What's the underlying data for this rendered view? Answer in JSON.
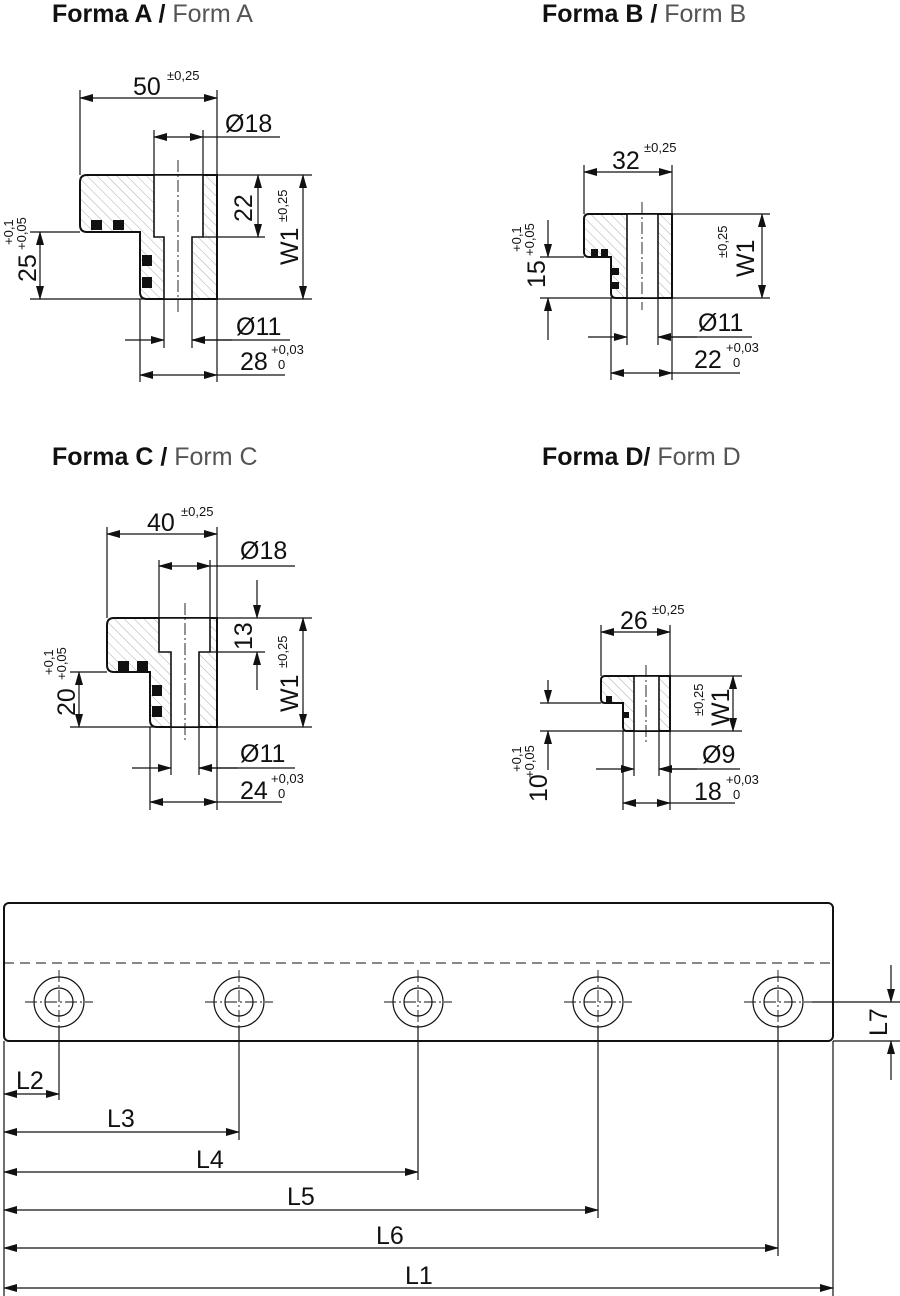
{
  "titles": {
    "a": {
      "bold": "Forma A",
      "sep": " / ",
      "normal": "Form A"
    },
    "b": {
      "bold": "Forma B",
      "sep": " / ",
      "normal": "Form B"
    },
    "c": {
      "bold": "Forma C",
      "sep": " / ",
      "normal": "Form C"
    },
    "d": {
      "bold": "Forma D/",
      "sep": " ",
      "normal": "Form D"
    }
  },
  "form_a": {
    "width": "50",
    "width_tol": "±0,25",
    "head_dia": "Ø18",
    "head_depth": "22",
    "w1": "W1",
    "w1_tol": "±0,25",
    "step": "25",
    "step_tol_up": "+0,1",
    "step_tol_low": "+0,05",
    "bore_dia": "Ø11",
    "key_width": "28",
    "key_tol_up": "+0,03",
    "key_tol_low": "0"
  },
  "form_b": {
    "width": "32",
    "width_tol": "±0,25",
    "w1": "W1",
    "w1_tol": "±0,25",
    "step": "15",
    "step_tol_up": "+0,1",
    "step_tol_low": "+0,05",
    "bore_dia": "Ø11",
    "key_width": "22",
    "key_tol_up": "+0,03",
    "key_tol_low": "0"
  },
  "form_c": {
    "width": "40",
    "width_tol": "±0,25",
    "head_dia": "Ø18",
    "head_depth": "13",
    "w1": "W1",
    "w1_tol": "±0,25",
    "step": "20",
    "step_tol_up": "+0,1",
    "step_tol_low": "+0,05",
    "bore_dia": "Ø11",
    "key_width": "24",
    "key_tol_up": "+0,03",
    "key_tol_low": "0"
  },
  "form_d": {
    "width": "26",
    "width_tol": "±0,25",
    "w1": "W1",
    "w1_tol": "±0,25",
    "step": "10",
    "step_tol_up": "+0,1",
    "step_tol_low": "+0,05",
    "bore_dia": "Ø9",
    "key_width": "18",
    "key_tol_up": "+0,03",
    "key_tol_low": "0"
  },
  "rail": {
    "L1": "L1",
    "L2": "L2",
    "L3": "L3",
    "L4": "L4",
    "L5": "L5",
    "L6": "L6",
    "L7": "L7"
  }
}
